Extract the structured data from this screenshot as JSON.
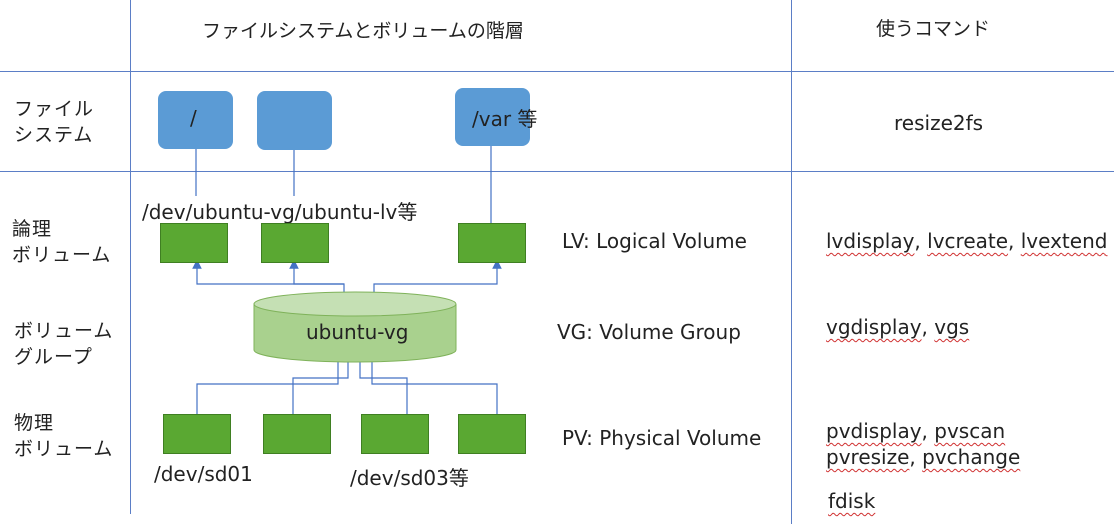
{
  "header": {
    "hierarchy_title": "ファイルシステムとボリュームの階層",
    "commands_title": "使うコマンド"
  },
  "rows": {
    "filesystem": "ファイル\nシステム",
    "logical_volume": "論理\nボリューム",
    "volume_group": "ボリューム\nグループ",
    "physical_volume": "物理\nボリューム"
  },
  "filesystems": {
    "root_label": "/",
    "blank_label": "",
    "var_label": "/var 等"
  },
  "lv": {
    "path_label": "/dev/ubuntu-vg/ubuntu-lv等",
    "description": "LV: Logical Volume"
  },
  "vg": {
    "name": "ubuntu-vg",
    "description": "VG: Volume Group"
  },
  "pv": {
    "first_device": "/dev/sd01",
    "third_device": "/dev/sd03等",
    "description": "PV: Physical Volume"
  },
  "commands": {
    "filesystem": "resize2fs",
    "lv": [
      "lvdisplay",
      "lvcreate",
      "lvextend"
    ],
    "vg": [
      "vgdisplay",
      "vgs"
    ],
    "pv_line1": [
      "pvdisplay",
      "pvscan"
    ],
    "pv_line2": [
      "pvresize",
      "pvchange"
    ],
    "pv_extra": "fdisk"
  },
  "colors": {
    "filesystem_box": "#5b9bd5",
    "volume_box": "#5aa832",
    "cylinder": "#a9d18e",
    "connector": "#4472c4",
    "grid_line": "#5b7ec6"
  }
}
